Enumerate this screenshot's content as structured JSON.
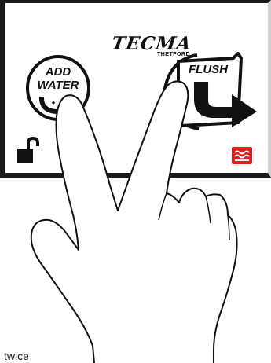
{
  "panel": {
    "brand": {
      "name": "TECMA",
      "sub": "THETFORD"
    },
    "add_water": {
      "line1": "ADD",
      "line2": "WATER"
    },
    "flush": {
      "label": "FLUSH"
    },
    "icons": {
      "lock": "unlocked-padlock-icon",
      "heat": "heating-icon",
      "water": "water-bowl-icon",
      "flush": "flush-arrow-icon"
    }
  },
  "caption": "twice",
  "colors": {
    "ink": "#111111",
    "panel_border": "#1a1a1a",
    "heat_indicator": "#e02020"
  }
}
